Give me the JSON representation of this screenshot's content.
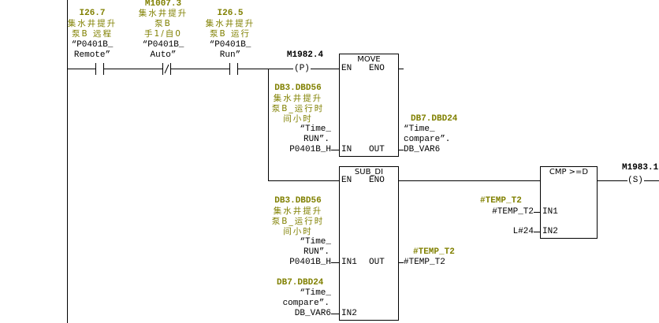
{
  "network": {
    "contacts": [
      {
        "address": "I26.7",
        "comment1": "集水井提升",
        "comment2": "泵B 远程",
        "symbol1": "“P0401B_",
        "symbol2": "Remote”",
        "type": "NO"
      },
      {
        "address": "M1007.3",
        "comment1": "集水井提升",
        "comment2": "泵B",
        "comment3": "手1/自0",
        "symbol1": "“P0401B_",
        "symbol2": "Auto”",
        "type": "NC"
      },
      {
        "address": "I26.5",
        "comment1": "集水井提升",
        "comment2": "泵B 运行",
        "symbol1": "“P0401B_",
        "symbol2": "Run”",
        "type": "NO"
      }
    ],
    "coil_p": {
      "address": "M1982.4",
      "label": "(P)"
    },
    "coil_s": {
      "address": "M1983.1",
      "label": "(S)"
    },
    "move": {
      "title": "MOVE",
      "en": "EN",
      "eno": "ENO",
      "in": "IN",
      "out": "OUT",
      "in_operand": {
        "address": "DB3.DBD56",
        "comment1": "集水井提升",
        "comment2": "泵B_运行时",
        "comment3": "间小时",
        "symbol1": "“Time_",
        "symbol2": "RUN”.",
        "value": "P0401B_H"
      },
      "out_operand": {
        "address": "DB7.DBD24",
        "symbol1": "“Time_",
        "symbol2": "compare”.",
        "value": "DB_VAR6"
      }
    },
    "sub": {
      "title": "SUB_DI",
      "en": "EN",
      "eno": "ENO",
      "in1": "IN1",
      "in2": "IN2",
      "out": "OUT",
      "in1_operand": {
        "address": "DB3.DBD56",
        "comment1": "集水井提升",
        "comment2": "泵B_运行时",
        "comment3": "间小时",
        "symbol1": "“Time_",
        "symbol2": "RUN”.",
        "value": "P0401B_H"
      },
      "in2_operand": {
        "address": "DB7.DBD24",
        "symbol1": "“Time_",
        "symbol2": "compare”.",
        "value": "DB_VAR6"
      },
      "out_operand": {
        "address": "#TEMP_T2",
        "value": "#TEMP_T2"
      }
    },
    "cmp": {
      "title": "CMP >=D",
      "in1": "IN1",
      "in2": "IN2",
      "in1_operand": {
        "address": "#TEMP_T2",
        "value": "#TEMP_T2"
      },
      "in2_operand": {
        "value": "L#24"
      }
    }
  }
}
